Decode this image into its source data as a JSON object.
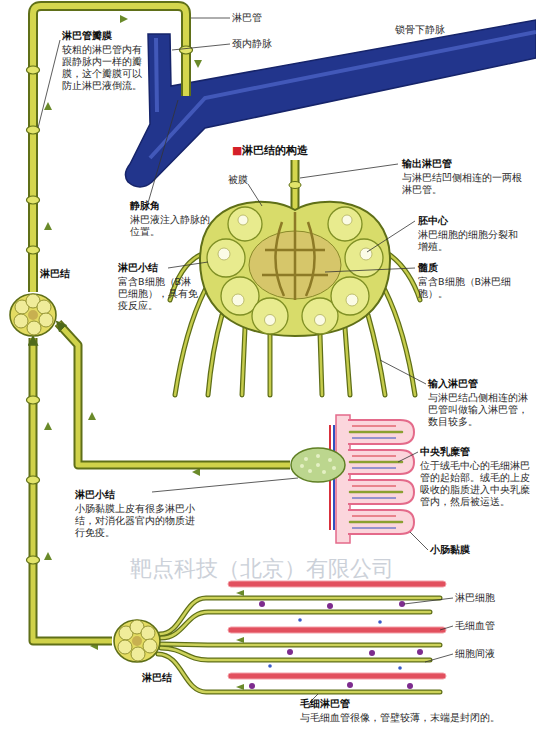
{
  "diagram": {
    "nodes": [
      {
        "text": [
          "淋巴结"
        ]
      },
      {
        "text": [
          "淋巴小结",
          "小肠黏膜上皮有很多淋巴小结，对消化器官内的物质进行免疫。"
        ]
      },
      {
        "text": [
          "淋巴结"
        ]
      }
    ],
    "edges": [
      {
        "from": 1,
        "to": 0,
        "arrow": "to"
      },
      {
        "from": 2,
        "to": 0,
        "arrow": "to"
      }
    ],
    "labels": [
      "淋巴管",
      "锁骨下静脉",
      "颈内静脉",
      "淋巴管瓣膜",
      "较粗的淋巴管内有跟静脉内一样的瓣膜，这个瓣膜可以防止淋巴液倒流。",
      "■淋巴结的构造",
      "静脉角",
      "淋巴液注入静脉的位置。",
      "输出淋巴管",
      "与淋巴结凹侧相连的一两根淋巴管。",
      "被膜",
      "胚中心",
      "淋巴细胞的细胞分裂和增殖。",
      "淋巴小结",
      "富含B细胞（B淋巴细胞），具有免疫反应。",
      "髓质",
      "富含B细胞（B淋巴细胞）。",
      "输入淋巴管",
      "与淋巴结凸侧相连的淋巴管叫做输入淋巴管，数目较多。",
      "中央乳糜管",
      "位于绒毛中心的毛细淋巴管的起始部。绒毛的上皮吸收的脂质进入中央乳糜管内，然后被运送。",
      "小肠黏膜",
      "靶点科技（北京）有限公司",
      "淋巴细胞",
      "毛细血管",
      "细胞间液",
      "毛细淋巴管",
      "与毛细血管很像，管壁较薄，末端是封闭的。"
    ]
  }
}
